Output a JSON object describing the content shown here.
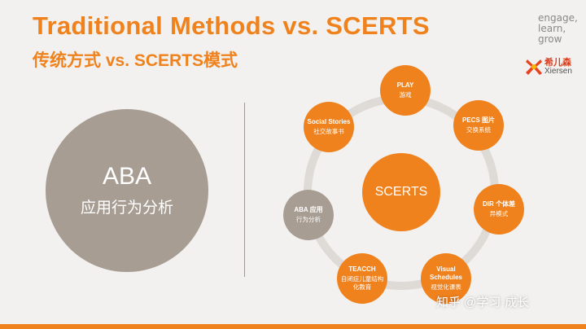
{
  "header": {
    "title_en": "Traditional Methods vs. SCERTS",
    "title_zh": "传统方式 vs. SCERTS模式"
  },
  "brand": {
    "tagline": [
      "engage,",
      "learn,",
      "grow"
    ],
    "name_zh": "希儿森",
    "name_en": "Xiersen"
  },
  "left": {
    "title": "ABA",
    "subtitle": "应用行为分析"
  },
  "diagram": {
    "center": "SCERTS",
    "nodes": [
      {
        "line1": "PLAY",
        "line2": "游戏"
      },
      {
        "line1": "PECS 图片",
        "line2": "交换系统"
      },
      {
        "line1": "DIR 个体差",
        "line2": "异模式"
      },
      {
        "line1": "Visual Schedules",
        "line2": "视觉化课表"
      },
      {
        "line1": "TEACCH",
        "line2": "自闭症儿童结构化教育"
      },
      {
        "line1": "ABA 应用",
        "line2": "行为分析"
      },
      {
        "line1": "Social Stories",
        "line2": "社交故事书"
      }
    ]
  },
  "watermark": "知乎 @学习·成长",
  "colors": {
    "accent": "#f0821e",
    "grey_circle": "#a79d93",
    "ring": "#dedad6",
    "background": "#f2f1ef"
  }
}
